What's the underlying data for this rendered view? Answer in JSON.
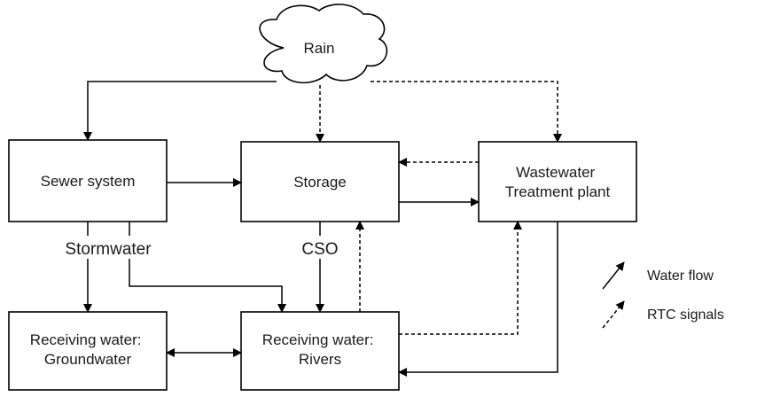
{
  "diagram": {
    "nodes": {
      "rain": {
        "lines": [
          "Rain"
        ]
      },
      "sewer": {
        "lines": [
          "Sewer system"
        ]
      },
      "storage": {
        "lines": [
          "Storage"
        ]
      },
      "wwtp": {
        "lines": [
          "Wastewater",
          "Treatment plant"
        ]
      },
      "groundwater": {
        "lines": [
          "Receiving water:",
          "Groundwater"
        ]
      },
      "rivers": {
        "lines": [
          "Receiving water:",
          "Rivers"
        ]
      }
    },
    "edge_labels": {
      "stormwater": "Stormwater",
      "cso": "CSO"
    },
    "legend": {
      "water_flow": "Water flow",
      "rtc_signals": "RTC signals"
    }
  }
}
